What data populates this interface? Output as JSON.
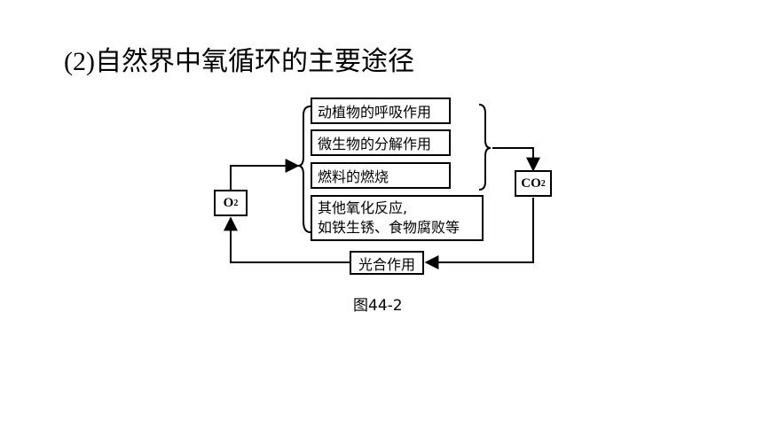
{
  "title": {
    "number": "(2)",
    "text": "自然界中氧循环的主要途径"
  },
  "diagram": {
    "o2": {
      "main": "O",
      "sub": "2"
    },
    "co2": {
      "main": "CO",
      "sub": "2"
    },
    "processes": [
      "动植物的呼吸作用",
      "微生物的分解作用",
      "燃料的燃烧"
    ],
    "other_process": {
      "line1": "其他氧化反应,",
      "line2": "如铁生锈、食物腐败等"
    },
    "photosynthesis": "光合作用"
  },
  "caption": "图44-2"
}
